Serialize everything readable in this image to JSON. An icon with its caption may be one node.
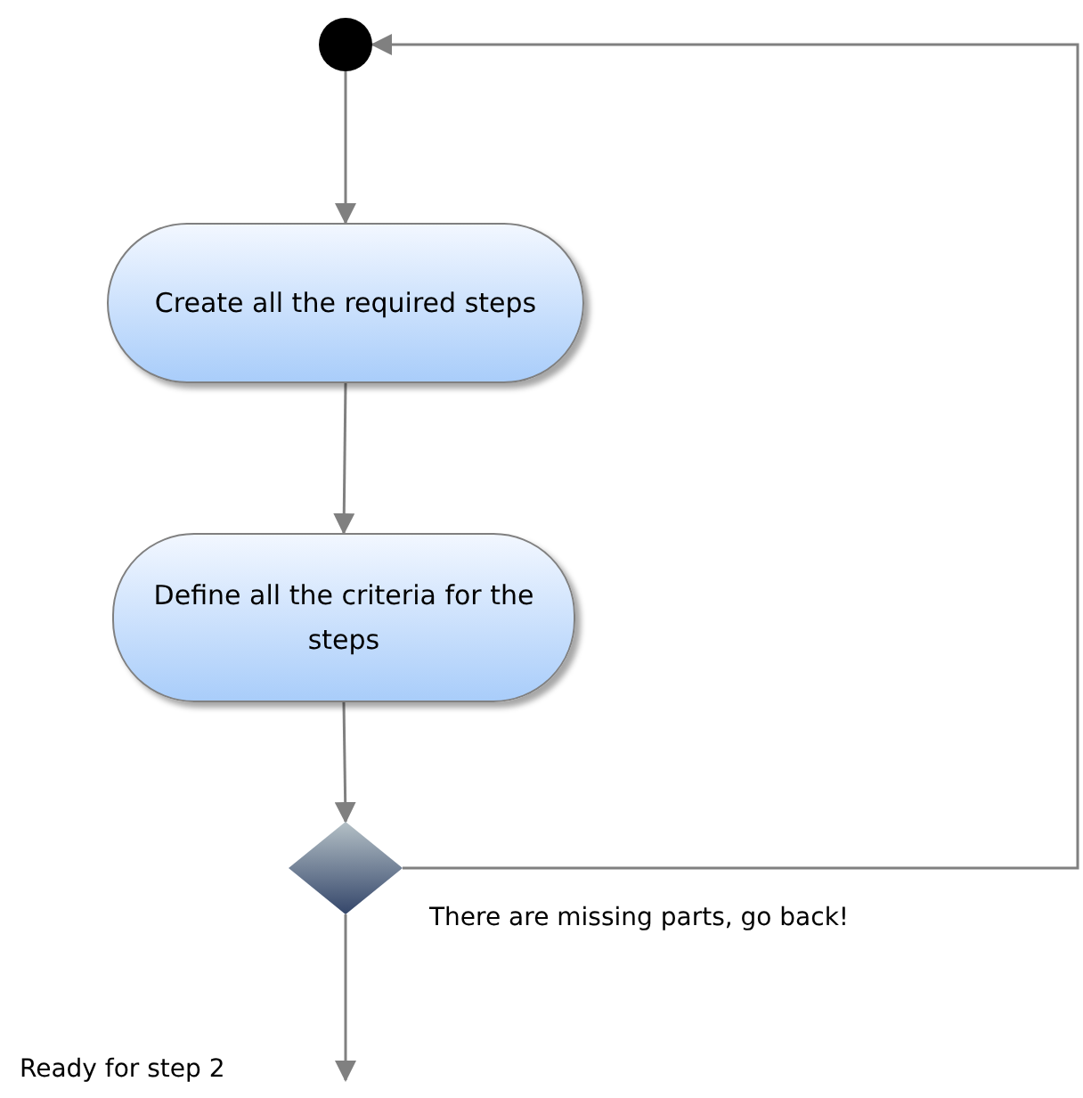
{
  "diagram": {
    "nodes": [
      {
        "text": [],
        "shape": "circle"
      },
      {
        "text": [
          "Create all the required steps"
        ]
      },
      {
        "text": [
          "Define all the criteria for the steps"
        ]
      },
      {
        "text": [],
        "shape": "diamond"
      }
    ],
    "edges": [
      {
        "from": 0,
        "to": 1,
        "arrow": "to"
      },
      {
        "from": 1,
        "to": 2,
        "arrow": "to"
      },
      {
        "from": 2,
        "to": 3,
        "arrow": "to"
      },
      {
        "from": 3,
        "to": 0,
        "arrow": "to",
        "label": "There are missing parts, go back!"
      },
      {
        "from": 3,
        "to": null,
        "arrow": "to",
        "label": "Ready for step 2"
      }
    ]
  }
}
